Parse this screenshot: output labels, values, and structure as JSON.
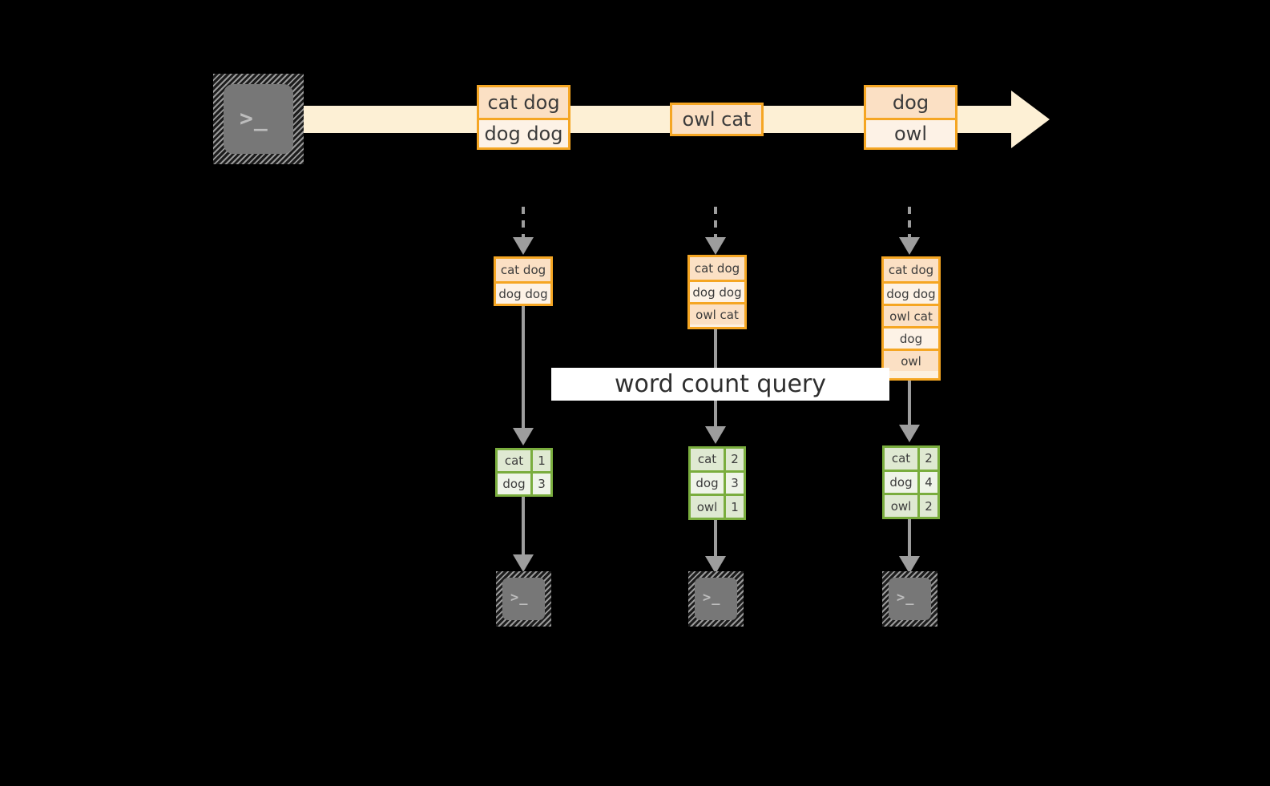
{
  "diagram": {
    "title": "word count query",
    "colors": {
      "background": "#000000",
      "stream_band": "#fdf0d5",
      "record_border": "#f5a623",
      "record_fill_dark": "#fbe0c4",
      "record_fill_light": "#fdf2e6",
      "table_border": "#7aad3e",
      "table_fill_dark": "#dfe9d2",
      "table_fill_light": "#eff4e9",
      "arrow": "#9d9d9d",
      "terminal_body": "#777777",
      "label_background": "#ffffff",
      "text": "#3b3b3b"
    }
  },
  "source": {
    "icon": "terminal-icon",
    "glyph": ">_"
  },
  "stream": {
    "direction_icon": "arrow-right-icon",
    "records": [
      {
        "id": "record-1",
        "lines": [
          {
            "text": "cat dog",
            "shade": "dark"
          },
          {
            "text": "dog dog",
            "shade": "light"
          }
        ]
      },
      {
        "id": "record-2",
        "lines": [
          {
            "text": "owl cat",
            "shade": "dark"
          }
        ]
      },
      {
        "id": "record-3",
        "lines": [
          {
            "text": "dog",
            "shade": "dark"
          },
          {
            "text": "owl",
            "shade": "light"
          }
        ]
      }
    ]
  },
  "snapshots": [
    {
      "id": "snapshot-1",
      "lines": [
        {
          "text": "cat dog",
          "shade": "dark"
        },
        {
          "text": "dog dog",
          "shade": "light"
        }
      ]
    },
    {
      "id": "snapshot-2",
      "lines": [
        {
          "text": "cat dog",
          "shade": "dark"
        },
        {
          "text": "dog dog",
          "shade": "light"
        },
        {
          "text": "owl cat",
          "shade": "dark"
        }
      ]
    },
    {
      "id": "snapshot-3",
      "lines": [
        {
          "text": "cat dog",
          "shade": "dark"
        },
        {
          "text": "dog dog",
          "shade": "light"
        },
        {
          "text": "owl cat",
          "shade": "dark"
        },
        {
          "text": "dog",
          "shade": "light"
        },
        {
          "text": "owl",
          "shade": "dark"
        }
      ]
    }
  ],
  "results": [
    {
      "id": "result-1",
      "rows": [
        {
          "word": "cat",
          "count": "1",
          "shade": "dark"
        },
        {
          "word": "dog",
          "count": "3",
          "shade": "light"
        }
      ]
    },
    {
      "id": "result-2",
      "rows": [
        {
          "word": "cat",
          "count": "2",
          "shade": "dark"
        },
        {
          "word": "dog",
          "count": "3",
          "shade": "light"
        },
        {
          "word": "owl",
          "count": "1",
          "shade": "dark"
        }
      ]
    },
    {
      "id": "result-3",
      "rows": [
        {
          "word": "cat",
          "count": "2",
          "shade": "dark"
        },
        {
          "word": "dog",
          "count": "4",
          "shade": "light"
        },
        {
          "word": "owl",
          "count": "2",
          "shade": "dark"
        }
      ]
    }
  ],
  "sinks": [
    {
      "id": "sink-1",
      "icon": "terminal-icon",
      "glyph": ">_"
    },
    {
      "id": "sink-2",
      "icon": "terminal-icon",
      "glyph": ">_"
    },
    {
      "id": "sink-3",
      "icon": "terminal-icon",
      "glyph": ">_"
    }
  ]
}
